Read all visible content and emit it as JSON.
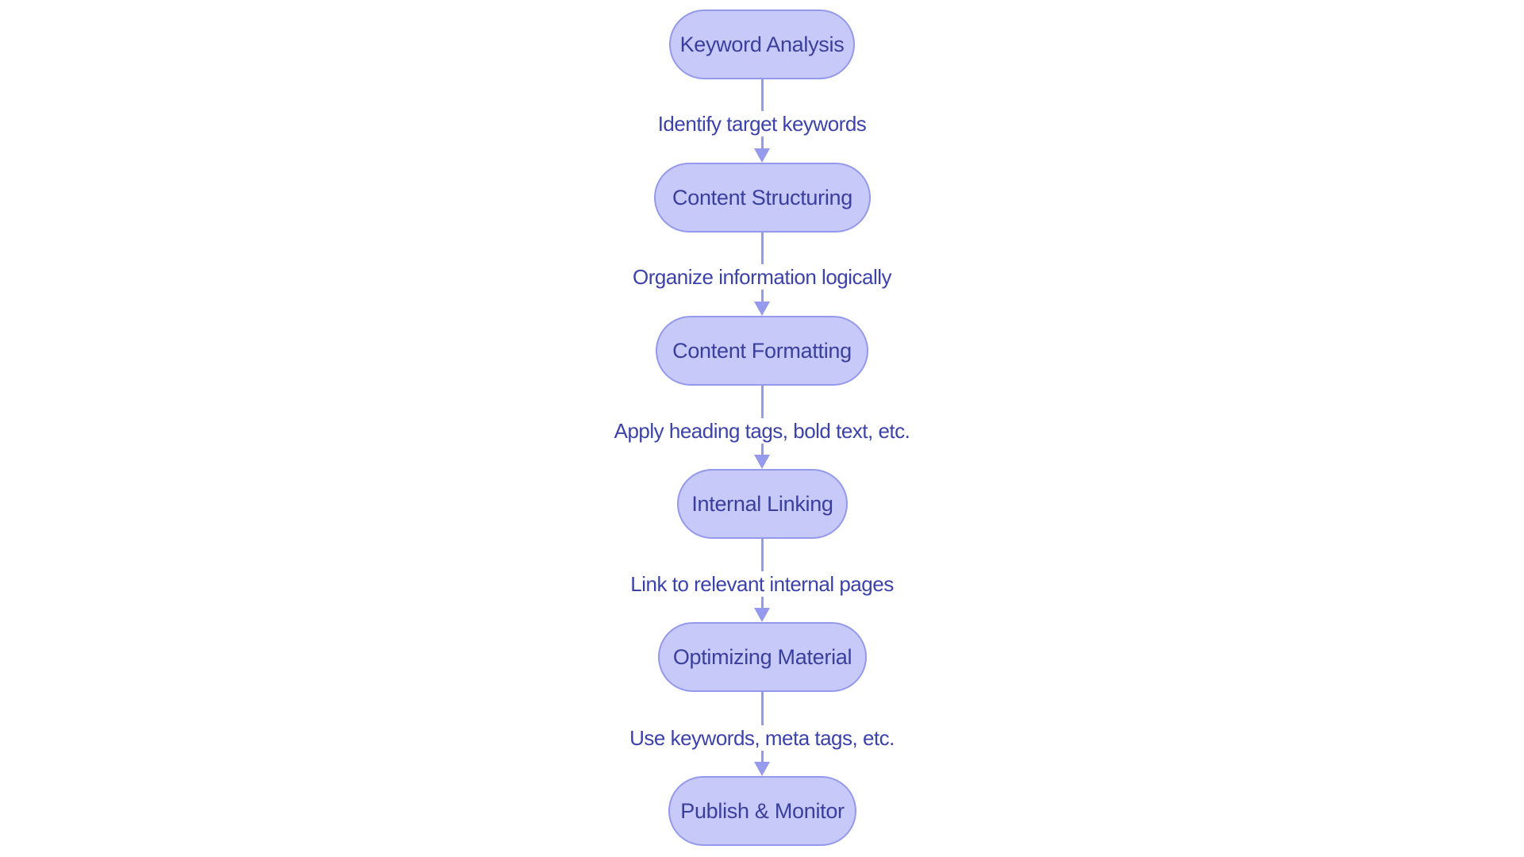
{
  "diagram": {
    "type": "flowchart",
    "direction": "top-down",
    "nodes": [
      {
        "id": "keyword-analysis",
        "label": "Keyword Analysis"
      },
      {
        "id": "content-structuring",
        "label": "Content Structuring"
      },
      {
        "id": "content-formatting",
        "label": "Content Formatting"
      },
      {
        "id": "internal-linking",
        "label": "Internal Linking"
      },
      {
        "id": "optimizing-material",
        "label": "Optimizing Material"
      },
      {
        "id": "publish-monitor",
        "label": "Publish & Monitor"
      }
    ],
    "edges": [
      {
        "from": "keyword-analysis",
        "to": "content-structuring",
        "label": "Identify target keywords"
      },
      {
        "from": "content-structuring",
        "to": "content-formatting",
        "label": "Organize information logically"
      },
      {
        "from": "content-formatting",
        "to": "internal-linking",
        "label": "Apply heading tags, bold text, etc."
      },
      {
        "from": "internal-linking",
        "to": "optimizing-material",
        "label": "Link to relevant internal pages"
      },
      {
        "from": "optimizing-material",
        "to": "publish-monitor",
        "label": "Use keywords, meta tags, etc."
      }
    ],
    "colors": {
      "background": "#ffffff",
      "node_fill": "#c7c9f8",
      "node_border": "#9499ec",
      "node_text": "#3a3f9e",
      "edge_line": "#959aec",
      "edge_label_text": "#3c42ab"
    }
  }
}
